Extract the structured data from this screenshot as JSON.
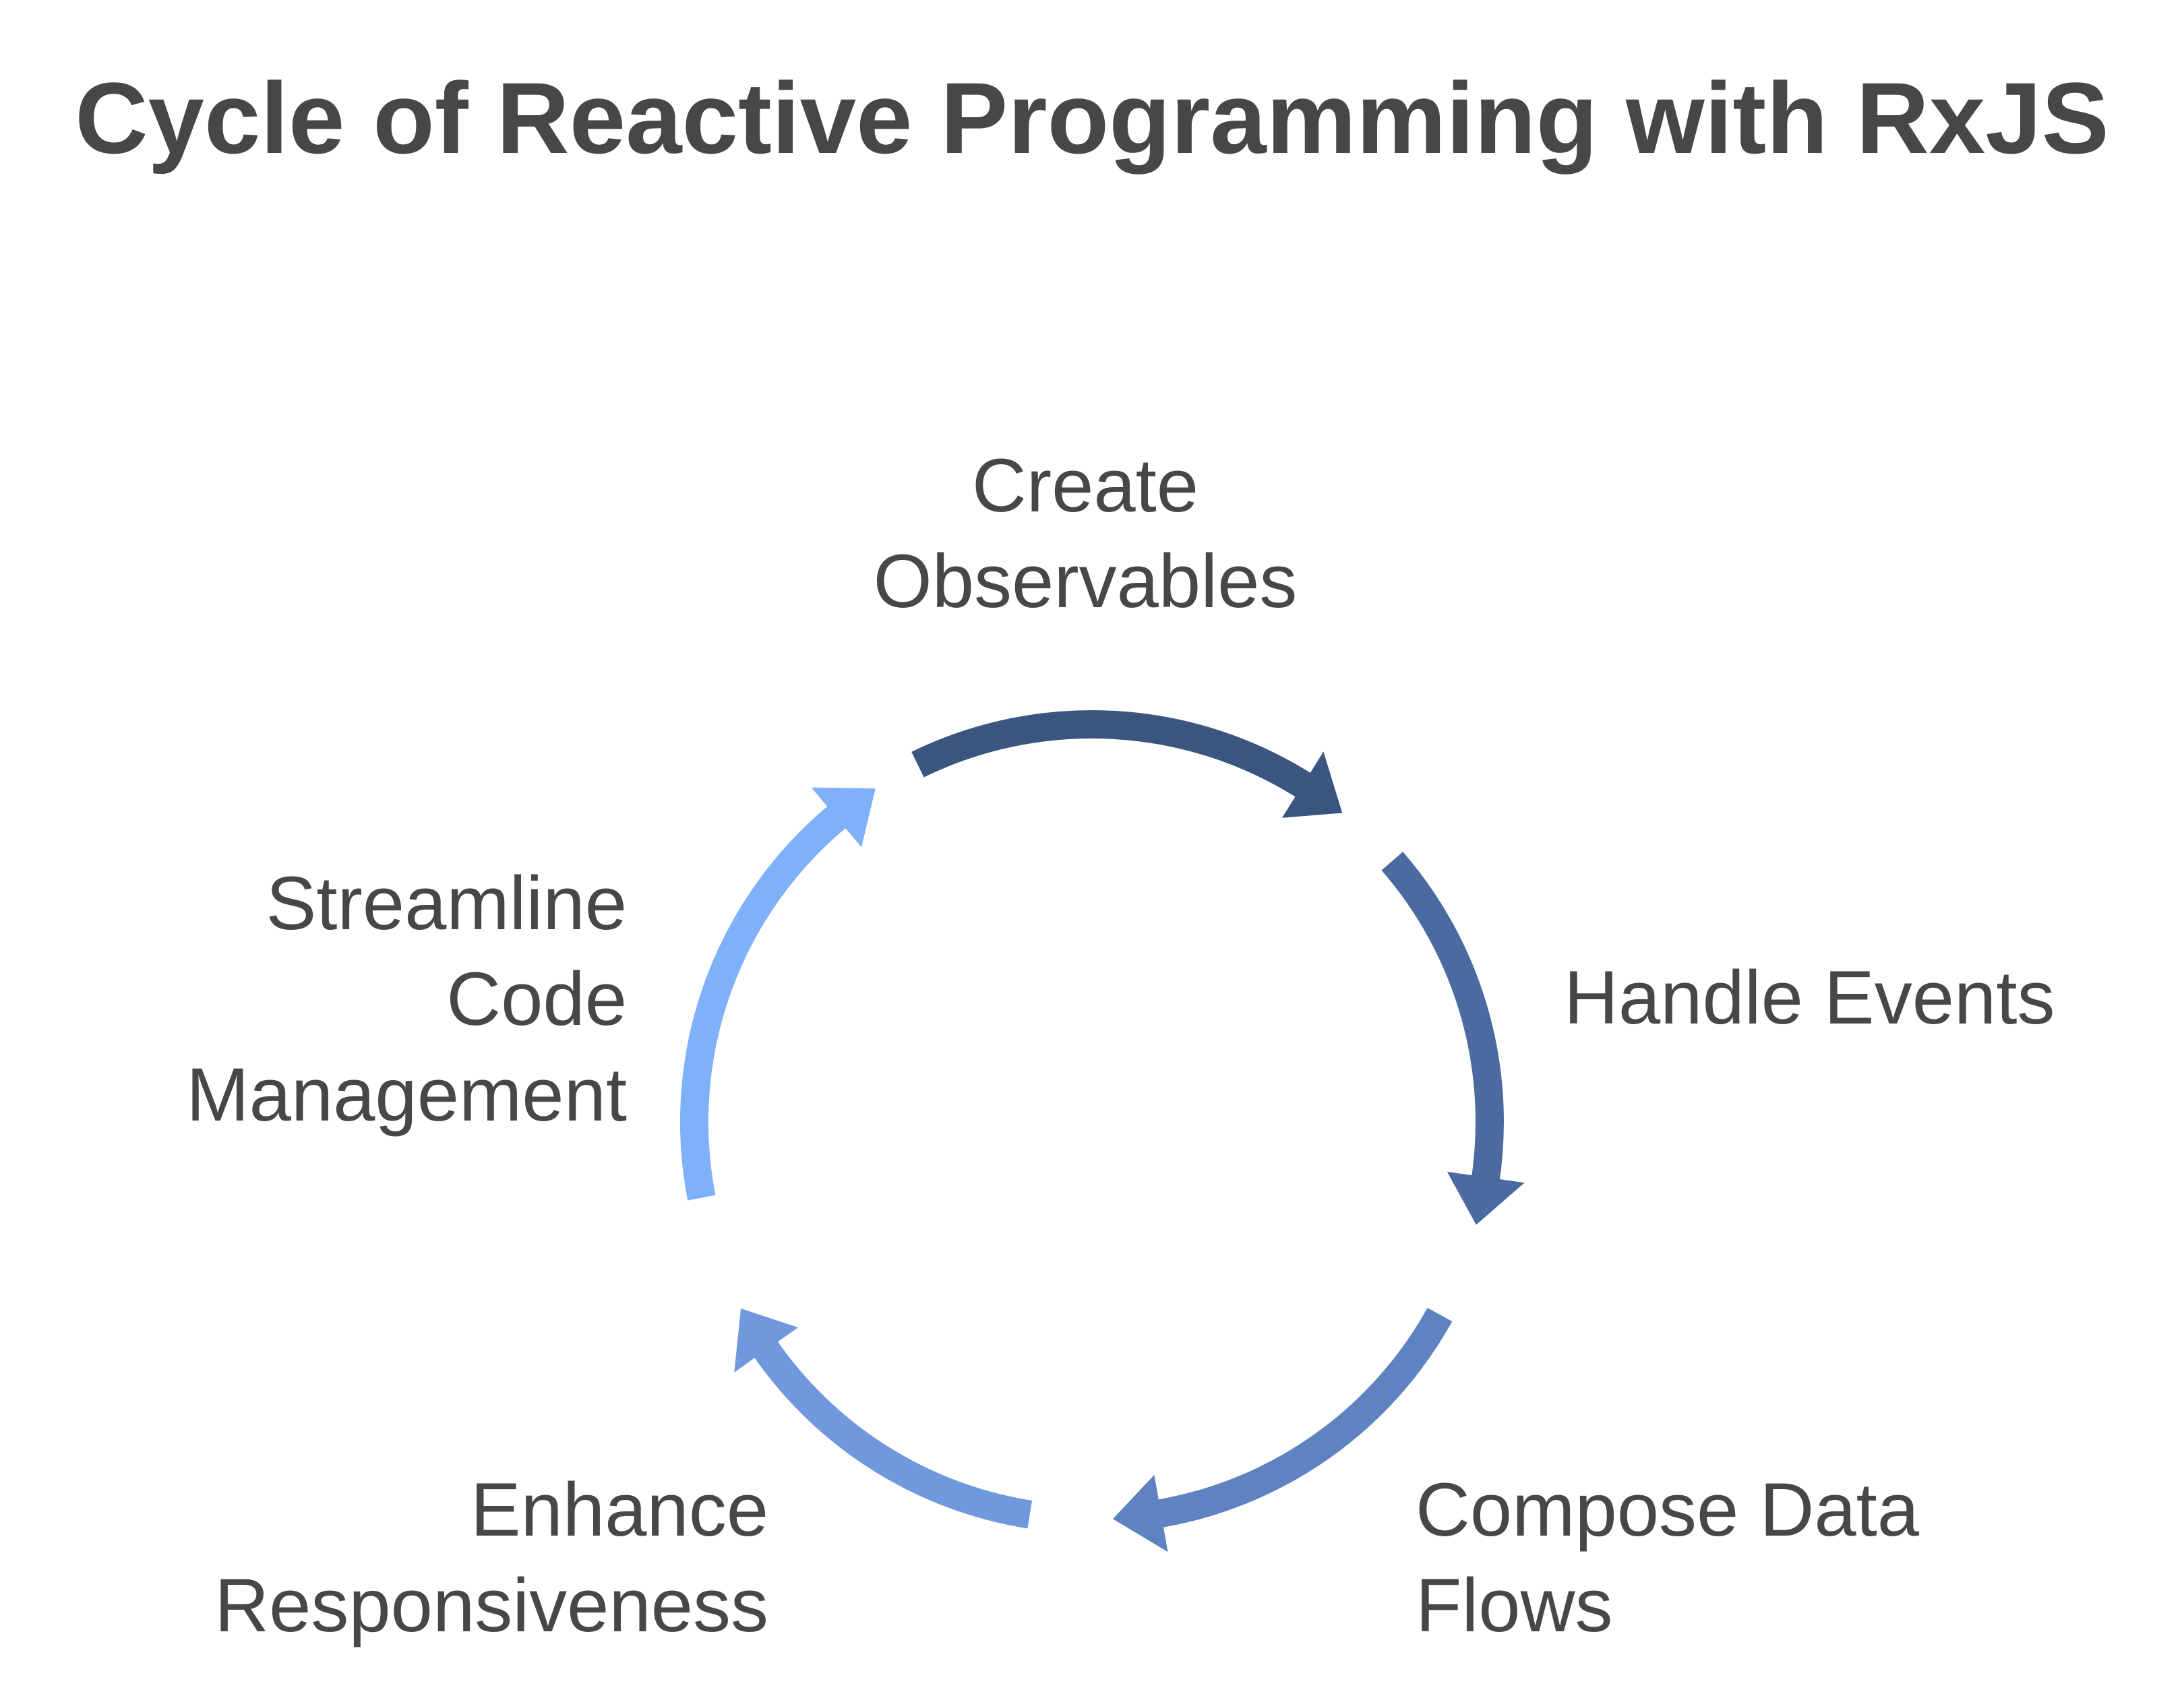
{
  "title": "Cycle of Reactive Programming with RxJS",
  "steps": [
    {
      "line1": "Create",
      "line2": "Observables",
      "color": "#3a5580"
    },
    {
      "line1": "Handle Events",
      "color": "#4a6aa0"
    },
    {
      "line1": "Compose Data",
      "line2": "Flows",
      "color": "#5f83c0"
    },
    {
      "line1": "Enhance",
      "line2": "Responsiveness",
      "color": "#7098dc"
    },
    {
      "line1": "Streamline",
      "line2": "Code",
      "line3": "Management",
      "color": "#7fb0fa"
    }
  ]
}
